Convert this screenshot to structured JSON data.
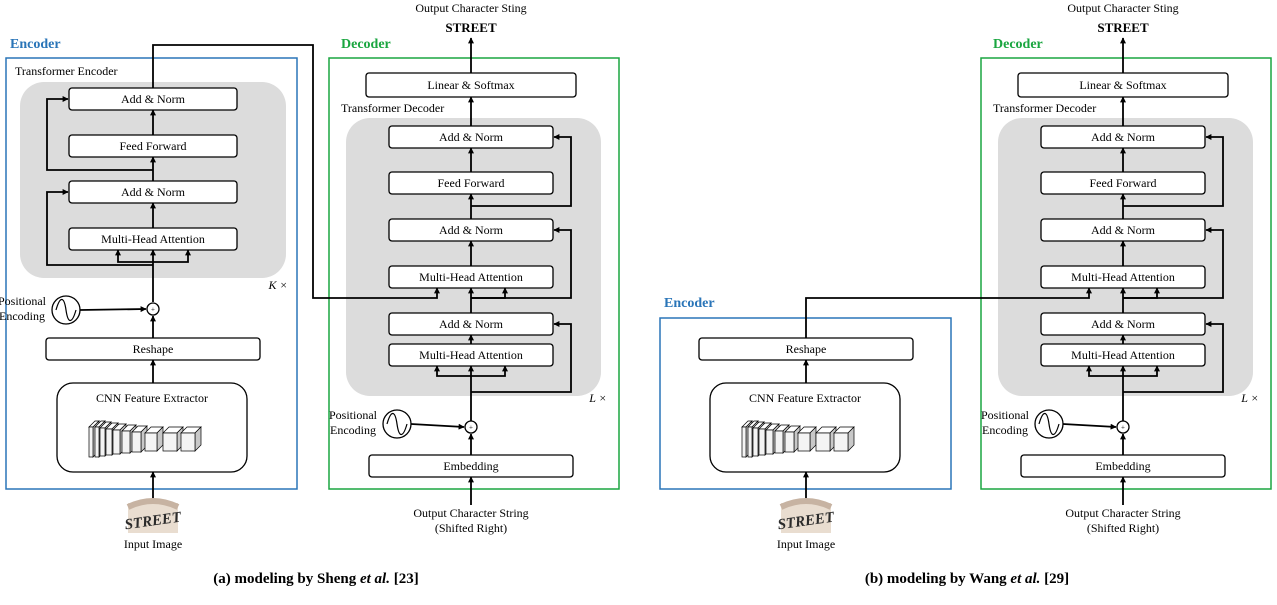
{
  "colors": {
    "encoder": "#2a75b8",
    "decoder": "#1aa640",
    "stack_bg": "#dcdcdc",
    "line": "#000000"
  },
  "labels": {
    "encoder": "Encoder",
    "decoder": "Decoder",
    "transformer_encoder": "Transformer Encoder",
    "transformer_decoder": "Transformer Decoder",
    "add_norm": "Add & Norm",
    "feed_forward": "Feed Forward",
    "mha": "Multi-Head Attention",
    "linear_softmax": "Linear & Softmax",
    "reshape": "Reshape",
    "cnn": "CNN Feature Extractor",
    "embedding": "Embedding",
    "pos_enc_1": "Positional",
    "pos_enc_2": "Encoding",
    "output_title": "Output Character Sting",
    "output_word": "STREET",
    "input_label": "Input Image",
    "shifted_1": "Output Character String",
    "shifted_2": "(Shifted Right)",
    "k_times": "K ×",
    "l_times": "L ×",
    "image_text": "STREET"
  },
  "captions": {
    "a": {
      "prefix": "(a) modeling by Sheng ",
      "etal": "et al.",
      "ref": " [23]"
    },
    "b": {
      "prefix": "(b) modeling by Wang ",
      "etal": "et al.",
      "ref": " [29]"
    }
  }
}
